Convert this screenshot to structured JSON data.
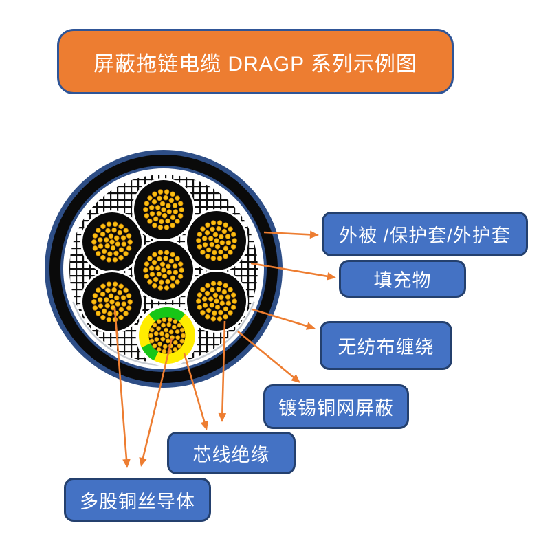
{
  "title": {
    "text": "屏蔽拖链电缆 DRAGP 系列示例图"
  },
  "labels": {
    "jacket": "外被 /保护套/外护套",
    "filler": "填充物",
    "nonwoven": "无纺布缠绕",
    "braid": "镀锡铜网屏蔽",
    "insulation": "芯线绝缘",
    "conductor": "多股铜丝导体"
  },
  "colors": {
    "banner_fill": "#ED7D31",
    "banner_border": "#2F5597",
    "label_fill": "#4472C4",
    "label_border": "#24406E",
    "arrow": "#ED7D31",
    "jacket_black": "#0A0A0A",
    "ring_navy": "#2E4E86",
    "mesh_line": "#101010",
    "earth_yellow": "#FFED00",
    "earth_green": "#17C617",
    "copper_dot": "#FBBE10",
    "copper_dot_edge": "#C7830A"
  }
}
